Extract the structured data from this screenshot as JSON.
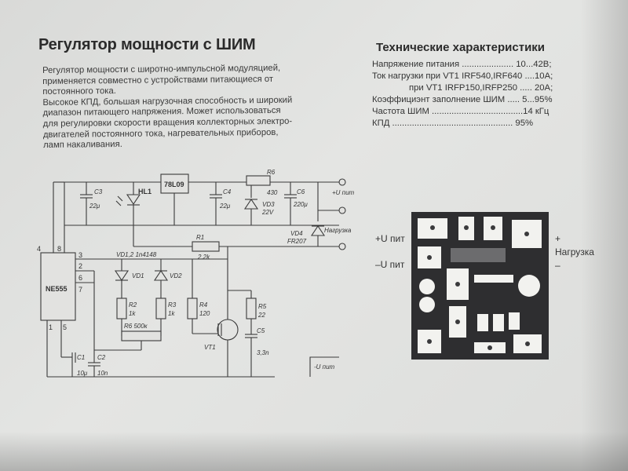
{
  "title": "Регулятор мощности с ШИМ",
  "description": [
    "Регулятор мощности с широтно-импульсной модуляцией,",
    "применяется совместно с устройствами питающиеся от",
    "постоянного тока.",
    "Высокое КПД, большая нагрузочная способность и широкий",
    "диапазон питающего напряжения. Может использоваться",
    "для регулировки скорости вращения коллекторных электро-",
    "двигателей постоянного тока, нагревательных приборов,",
    "ламп накаливания."
  ],
  "specs": {
    "title": "Технические характеристики",
    "rows": [
      "Напряжение питания ..................... 10...42В;",
      "Ток нагрузки при VT1 IRF540,IRF640 ....10А;",
      "при VT1 IRFP150,IRFP250 ..... 20А;",
      "Коэффициэнт заполнение ШИМ ..... 5...95%",
      "Частота ШИМ .....................................14 кГц",
      "КПД ................................................. 95%"
    ]
  },
  "schematic": {
    "ic_label": "NE555",
    "pins": [
      "4",
      "8",
      "3",
      "2",
      "6",
      "7",
      "1",
      "5"
    ],
    "components": {
      "c3": "C3",
      "c3_val": "22μ",
      "hl1": "HL1",
      "reg": "78L09",
      "c4": "C4",
      "c4_val": "22μ",
      "r6top": "R6",
      "r6top_val": "430",
      "c6": "C6",
      "c6_val": "220μ",
      "vd3": "VD3",
      "vd3_val": "22V",
      "vd4": "VD4",
      "vd4_val": "FR207",
      "load": "Нагрузка",
      "r1": "R1",
      "r1_val": "2.2k",
      "vd12": "VD1,2 1n4148",
      "vd1": "VD1",
      "vd2": "VD2",
      "r2": "R2",
      "r2_val": "1k",
      "r3": "R3",
      "r3_val": "1k",
      "r4": "R4",
      "r4_val": "120",
      "r5": "R5",
      "r5_val": "22",
      "r6pot": "R6 500к",
      "vt1": "VT1",
      "c5": "C5",
      "c5_val": "3,3n",
      "c1": "C1",
      "c1_val": "10μ",
      "c2": "C2",
      "c2_val": "10n",
      "upit": "+U пит",
      "unpit": "-U пит"
    }
  },
  "board": {
    "plus_u": "+U пит",
    "minus_u": "–U пит",
    "plus": "+",
    "load": "Нагрузка",
    "minus": "–"
  }
}
